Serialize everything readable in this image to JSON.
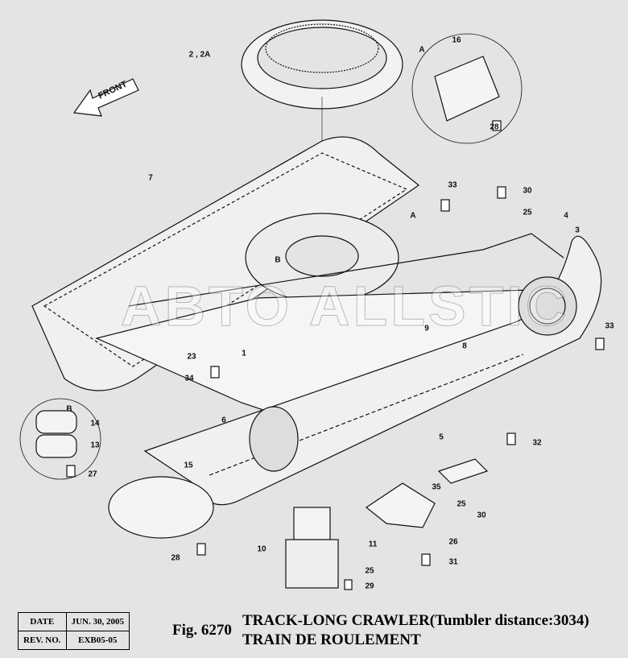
{
  "figure": {
    "number": "Fig. 6270",
    "title_line1": "TRACK-LONG CRAWLER(Tumbler distance:3034)",
    "title_line2": "TRAIN DE ROULEMENT"
  },
  "info_table": {
    "date_label": "DATE",
    "date_value": "JUN. 30, 2005",
    "rev_label": "REV. NO.",
    "rev_value": "EXB05-05"
  },
  "front_arrow": "FRONT",
  "watermark": "ABTO ALLSTIC",
  "callouts": [
    "2 , 2A",
    "16",
    "A",
    "28",
    "7",
    "33",
    "30",
    "25",
    "A",
    "4",
    "3",
    "B",
    "9",
    "33",
    "8",
    "23",
    "1",
    "34",
    "B",
    "14",
    "13",
    "27",
    "6",
    "5",
    "32",
    "15",
    "35",
    "25",
    "30",
    "11",
    "26",
    "31",
    "28",
    "10",
    "25",
    "29"
  ]
}
